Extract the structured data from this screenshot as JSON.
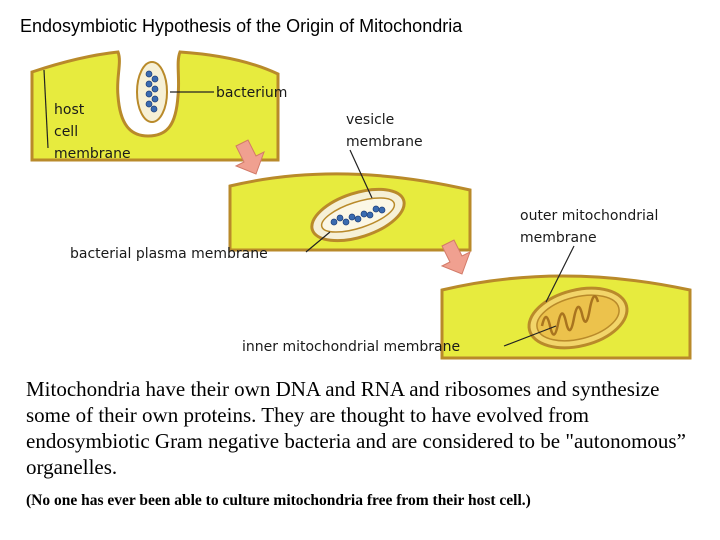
{
  "title": "Endosymbiotic Hypothesis of the Origin of Mitochondria",
  "labels": {
    "host_cell_membrane": [
      "host",
      "cell",
      "membrane"
    ],
    "bacterium": "bacterium",
    "vesicle_membrane": [
      "vesicle",
      "membrane"
    ],
    "bacterial_plasma_membrane": "bacterial plasma membrane",
    "outer_mitochondrial_membrane": [
      "outer mitochondrial",
      "membrane"
    ],
    "inner_mitochondrial_membrane": "inner mitochondrial membrane"
  },
  "body_text": "Mitochondria have their own DNA and RNA and ribosomes and synthesize some of their own proteins. They are thought to have evolved from endosymbiotic Gram negative bacteria and are considered to be \"autonomous” organelles.",
  "note": "(No one has ever been able to culture mitochondria free from their host cell.)",
  "colors": {
    "cytoplasm": "#e7eb3e",
    "membrane": "#b98a2a",
    "bacterium": "#f6f0d6",
    "dna": "#3a6bb0",
    "arrow": "#f0a090"
  }
}
